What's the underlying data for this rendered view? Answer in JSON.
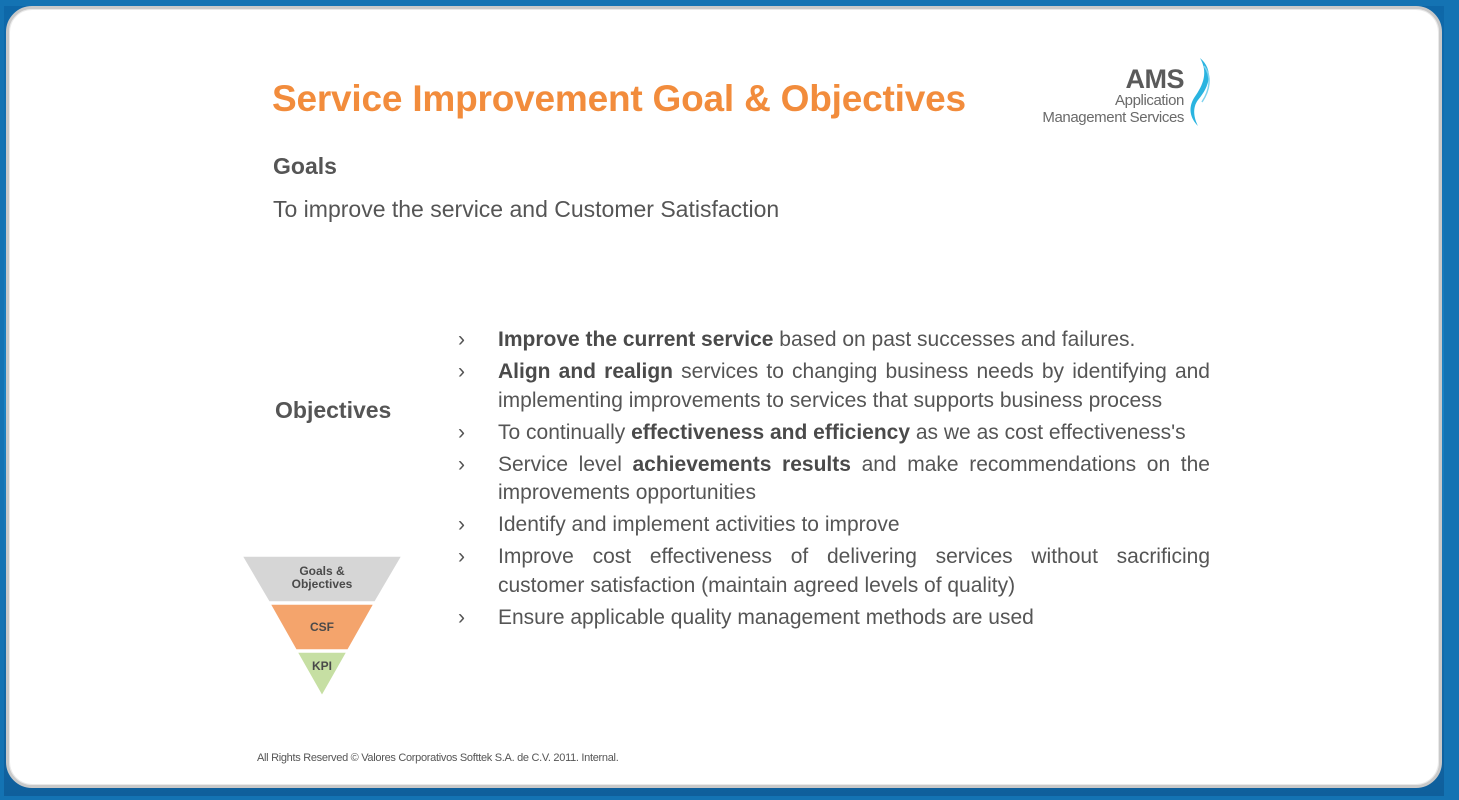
{
  "slide": {
    "title": "Service Improvement Goal & Objectives",
    "logo": {
      "name": "AMS",
      "line1": "Application",
      "line2": "Management Services",
      "icon": "swoosh-icon"
    },
    "goals": {
      "heading": "Goals",
      "text": "To improve the service and Customer Satisfaction"
    },
    "objectives": {
      "heading": "Objectives",
      "items": [
        {
          "bold": "Improve the current service",
          "rest": " based on past successes and failures."
        },
        {
          "bold": "Align and realign",
          "rest": " services to changing business needs by identifying and implementing improvements to services that supports business process"
        },
        {
          "pre": "To continually ",
          "bold": "effectiveness and efficiency",
          "rest": " as we as cost effectiveness's"
        },
        {
          "pre": "Service level ",
          "bold": "achievements results",
          "rest": " and make recommendations on the improvements opportunities"
        },
        {
          "rest": "Identify and implement activities to improve"
        },
        {
          "rest": "Improve cost effectiveness of delivering services without sacrificing customer satisfaction (maintain agreed levels of quality)"
        },
        {
          "rest": "Ensure applicable quality management methods are used"
        }
      ],
      "bullet": "›"
    },
    "funnel": {
      "levels": [
        "Goals &",
        "Objectives",
        "CSF",
        "KPI"
      ],
      "colors": [
        "#d6d6d6",
        "#f4a46c",
        "#c6dfa3"
      ]
    },
    "footer": "All Rights Reserved © Valores Corporativos Softtek S.A. de C.V. 2011. Internal."
  },
  "colors": {
    "title": "#f28c3c",
    "text": "#555555",
    "background": "#1473b3",
    "logo_accent": "#2ab4e0"
  }
}
